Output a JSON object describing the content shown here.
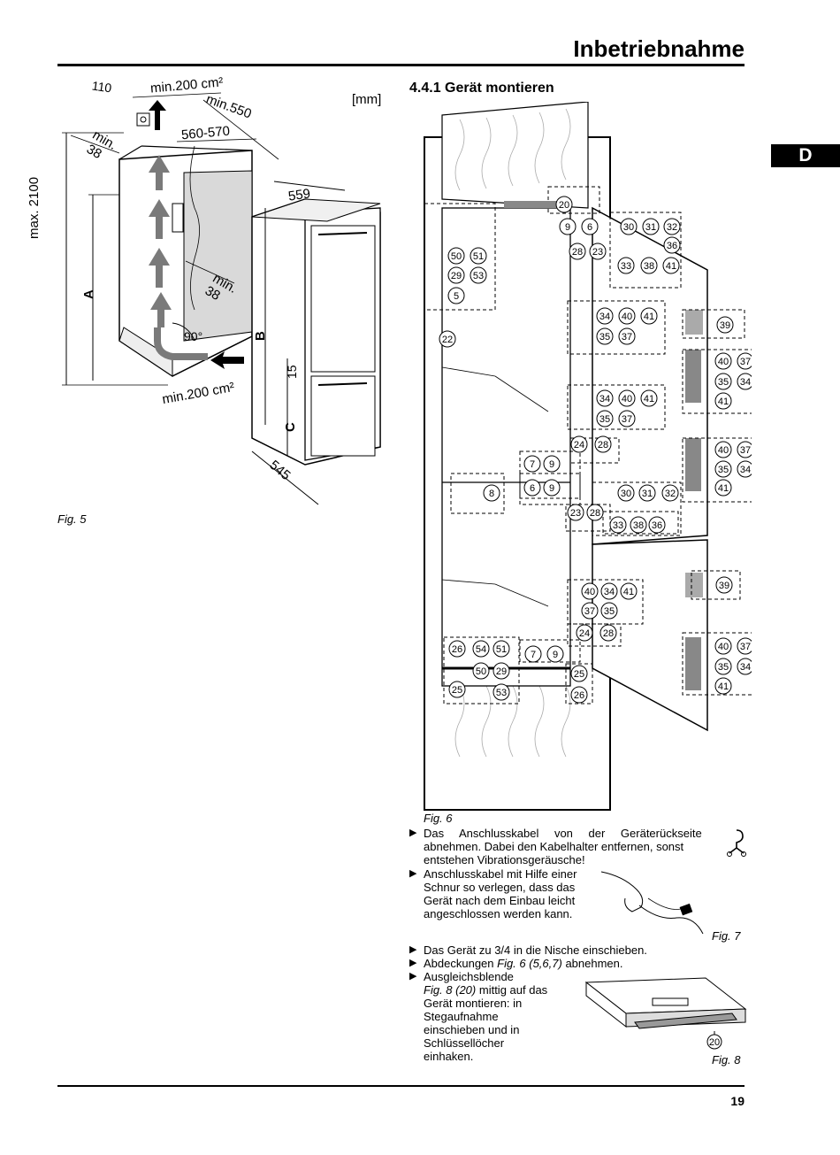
{
  "header": {
    "title": "Inbetriebnahme",
    "tab": "D"
  },
  "section": {
    "heading": "4.4.1 Gerät montieren"
  },
  "fig5": {
    "caption": "Fig. 5",
    "unit": "[mm]",
    "labels": {
      "dim_110": "110",
      "vent_top": "min.200 cm²",
      "min550": "min.550",
      "range560": "560-570",
      "min38_top": "min.",
      "min38_top_val": "38",
      "max2100": "max. 2100",
      "A": "A",
      "min38_mid": "min.",
      "min38_mid_val": "38",
      "angle": "90°",
      "B": "B",
      "dim559": "559",
      "dim15": "15",
      "C": "C",
      "vent_bottom": "min.200 cm²",
      "dim545": "545"
    }
  },
  "fig6": {
    "caption": "Fig. 6",
    "callouts": [
      "20",
      "9",
      "6",
      "30",
      "31",
      "32",
      "36",
      "28",
      "23",
      "33",
      "38",
      "41",
      "50",
      "51",
      "29",
      "53",
      "5",
      "22",
      "34",
      "40",
      "41",
      "35",
      "37",
      "39",
      "40",
      "37",
      "35",
      "34",
      "41",
      "34",
      "40",
      "41",
      "35",
      "37",
      "24",
      "28",
      "40",
      "37",
      "35",
      "34",
      "41",
      "7",
      "9",
      "6",
      "9",
      "8",
      "30",
      "31",
      "32",
      "23",
      "28",
      "33",
      "38",
      "36",
      "39",
      "40",
      "34",
      "41",
      "37",
      "35",
      "24",
      "28",
      "40",
      "37",
      "35",
      "34",
      "41",
      "26",
      "54",
      "51",
      "7",
      "9",
      "50",
      "29",
      "25",
      "25",
      "53",
      "26"
    ]
  },
  "instructions": {
    "b1": "Das Anschlusskabel von der Geräterückseite abnehmen. Dabei den Kabelhalter entfernen, sonst entstehen Vibrationsgeräusche!",
    "b1_l1": "Das Anschlusskabel von der Geräterückseite",
    "b1_l2": "abnehmen. Dabei den Kabelhalter entfernen, sonst",
    "b1_l3": "entstehen Vibrationsgeräusche!",
    "b2_l1": "Anschlusskabel mit Hilfe einer",
    "b2_l2": "Schnur so verlegen, dass das",
    "b2_l3": "Gerät nach dem Einbau leicht",
    "b2_l4": "angeschlossen werden kann.",
    "fig7_caption": "Fig. 7",
    "b3": "Das Gerät zu 3/4 in die Nische einschieben.",
    "b4_a": "Abdeckungen ",
    "b4_ref": "Fig. 6 (5,6,7)",
    "b4_b": " abnehmen.",
    "b5_l1": "Ausgleichsblende",
    "b5_ref": "Fig. 8 (20)",
    "b5_l2": " mittig auf das",
    "b5_l3": "Gerät montieren: in",
    "b5_l4": "Stegaufnahme",
    "b5_l5": "einschieben und in",
    "b5_l6": "Schlüssellöcher",
    "b5_l7": "einhaken.",
    "fig8_caption": "Fig. 8",
    "fig8_callout": "20"
  },
  "footer": {
    "page": "19"
  },
  "icons": [
    "warning-hook-icon",
    "cable-hand-icon",
    "cover-panel-icon",
    "arrow-icon"
  ]
}
